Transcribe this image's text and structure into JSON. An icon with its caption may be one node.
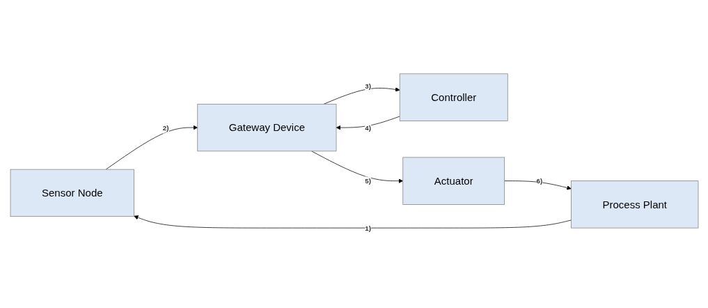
{
  "diagram": {
    "nodes": [
      {
        "text": [
          "Sensor Node"
        ]
      },
      {
        "text": [
          "Gateway Device"
        ]
      },
      {
        "text": [
          "Controller"
        ]
      },
      {
        "text": [
          "Process Plant"
        ]
      },
      {
        "text": [
          "Actuator"
        ]
      }
    ],
    "edges": [
      {
        "from": 3,
        "to": 0,
        "arrow": "to",
        "label": "1)"
      },
      {
        "from": 0,
        "to": 1,
        "arrow": "to",
        "label": "2)"
      },
      {
        "from": 1,
        "to": 2,
        "arrow": "to",
        "label": "3)"
      },
      {
        "from": 2,
        "to": 1,
        "arrow": "to",
        "label": "4)"
      },
      {
        "from": 1,
        "to": 4,
        "arrow": "to",
        "label": "5)"
      },
      {
        "from": 4,
        "to": 3,
        "arrow": "to",
        "label": "6)"
      }
    ]
  }
}
